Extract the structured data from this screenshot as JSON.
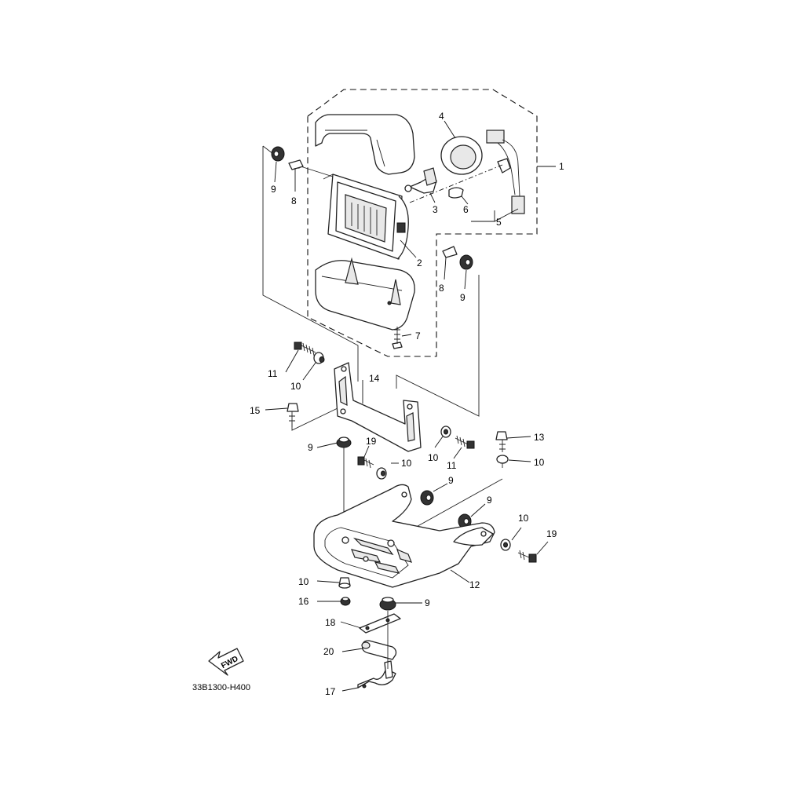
{
  "diagram": {
    "code": "33B1300-H400",
    "fwd_label": "FWD",
    "callouts": {
      "p1": "1",
      "p2": "2",
      "p3": "3",
      "p4": "4",
      "p5": "5",
      "p6": "6",
      "p7": "7",
      "p8a": "8",
      "p8b": "8",
      "p9a": "9",
      "p9b": "9",
      "p9c": "9",
      "p9d": "9",
      "p9e": "9",
      "p9f": "9",
      "p10a": "10",
      "p10b": "10",
      "p10c": "10",
      "p10d": "10",
      "p10e": "10",
      "p10f": "10",
      "p11a": "11",
      "p11b": "11",
      "p12": "12",
      "p13": "13",
      "p14": "14",
      "p15": "15",
      "p16": "16",
      "p17": "17",
      "p18": "18",
      "p19a": "19",
      "p19b": "19",
      "p20": "20"
    }
  }
}
